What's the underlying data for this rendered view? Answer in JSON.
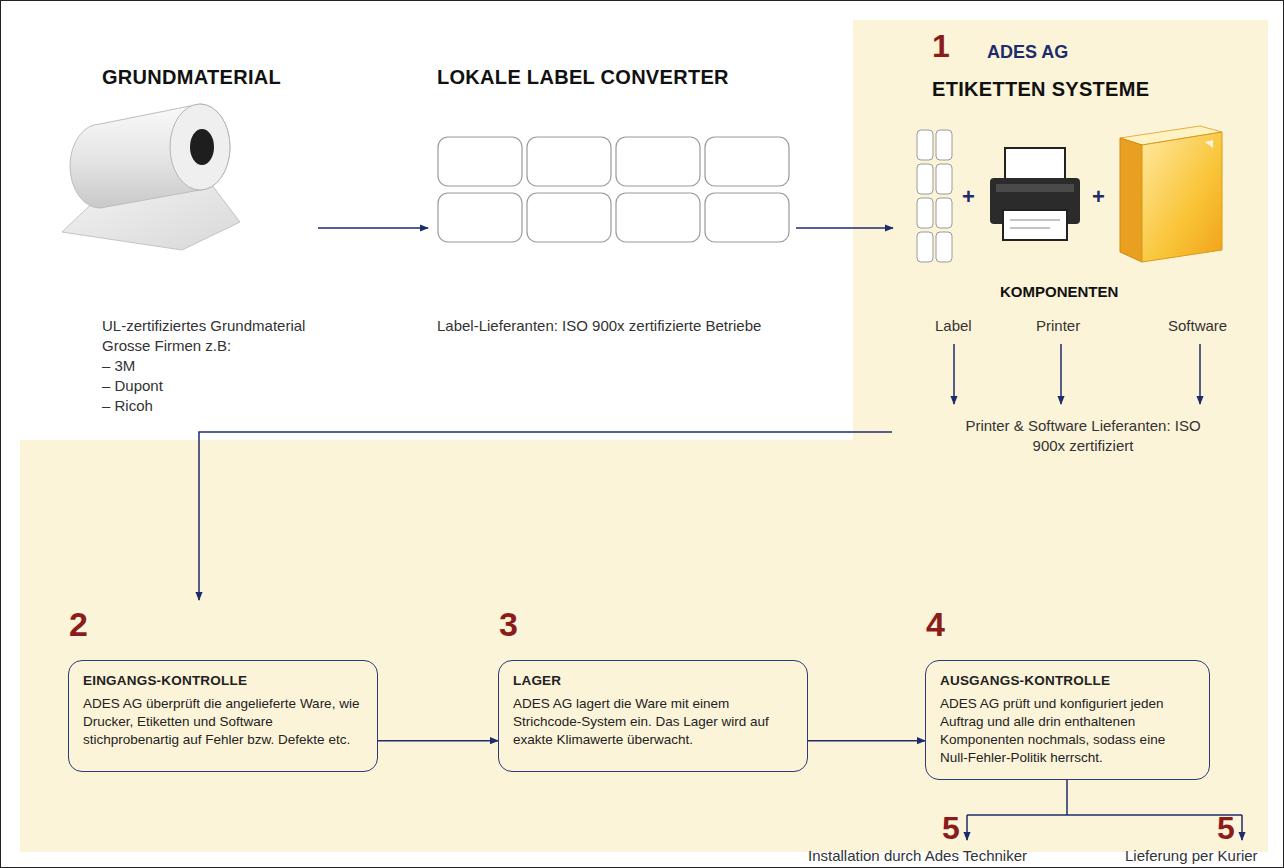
{
  "diagram": {
    "nodes": [
      {
        "text": [
          "2",
          "EINGANGS-KONTROLLE",
          "ADES AG überprüft die angelieferte Ware, wie Drucker, Etiketten und Software stichprobenartig auf Fehler bzw. Defekte etc."
        ]
      },
      {
        "text": [
          "3",
          "LAGER",
          "ADES AG lagert die Ware mit einem Strichcode-System ein. Das Lager wird auf exakte Klimawerte überwacht."
        ]
      },
      {
        "text": [
          "4",
          "AUSGANGS-KONTROLLE",
          "ADES AG prüft und konfiguriert jeden Auftrag und alle drin enthaltenen Komponenten nochmals, sodass eine Null-Fehler-Politik herrscht."
        ]
      }
    ],
    "edges": [
      {
        "from": 0,
        "to": 1,
        "arrow": "to"
      },
      {
        "from": 1,
        "to": 2,
        "arrow": "to"
      }
    ],
    "labels": [
      "GRUNDMATERIAL",
      "LOKALE LABEL CONVERTER",
      "1",
      "ADES AG",
      "ETIKETTEN SYSTEME",
      "+",
      "+",
      "KOMPONENTEN",
      "Label",
      "Printer",
      "Software",
      "UL-zertifiziertes Grundmaterial",
      "Grosse Firmen z.B:",
      "– 3M",
      "– Dupont",
      "– Ricoh",
      "Label-Lieferanten: ISO 900x zertifizierte Betriebe",
      "Printer & Software Lieferanten: ISO 900x zertifiziert",
      "5",
      "Installation durch Ades Techniker",
      "5",
      "Lieferung per Kurier"
    ]
  }
}
